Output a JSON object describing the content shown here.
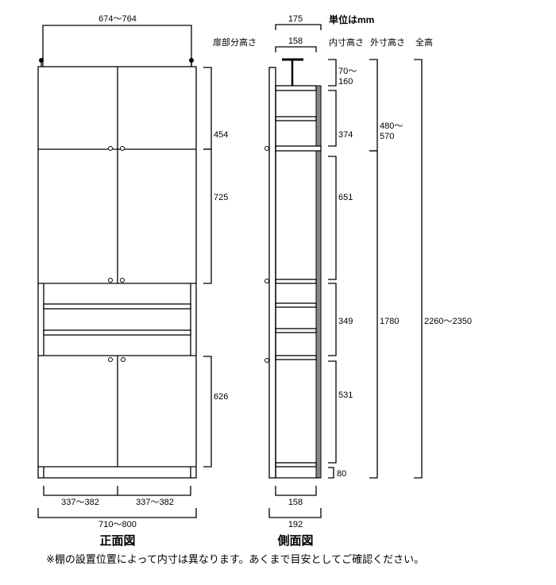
{
  "unit_label": "単位はmm",
  "headers": {
    "inner_height": "内寸高さ",
    "outer_height": "外寸高さ",
    "total_height": "全高",
    "door_height": "扉部分高さ"
  },
  "front": {
    "title": "正面図",
    "top_width": "674〜764",
    "door_upper": "454",
    "door_middle": "725",
    "door_lower": "626",
    "door_width_left": "337〜382",
    "door_width_right": "337〜382",
    "total_width": "710〜800"
  },
  "side": {
    "title": "側面図",
    "top_depth_outer": "175",
    "top_depth_inner": "158",
    "bottom_depth_inner": "158",
    "bottom_depth_outer": "192",
    "inner": {
      "adjuster_line1": "70〜",
      "adjuster_line2": "160",
      "top": "374",
      "upper": "651",
      "open": "349",
      "lower": "531",
      "base": "80"
    },
    "outer": {
      "upper_line1": "480〜",
      "upper_line2": "570",
      "main": "1780"
    },
    "total": "2260〜2350"
  },
  "note": "※棚の設置位置によって内寸は異なります。あくまで目安としてご確認ください。"
}
